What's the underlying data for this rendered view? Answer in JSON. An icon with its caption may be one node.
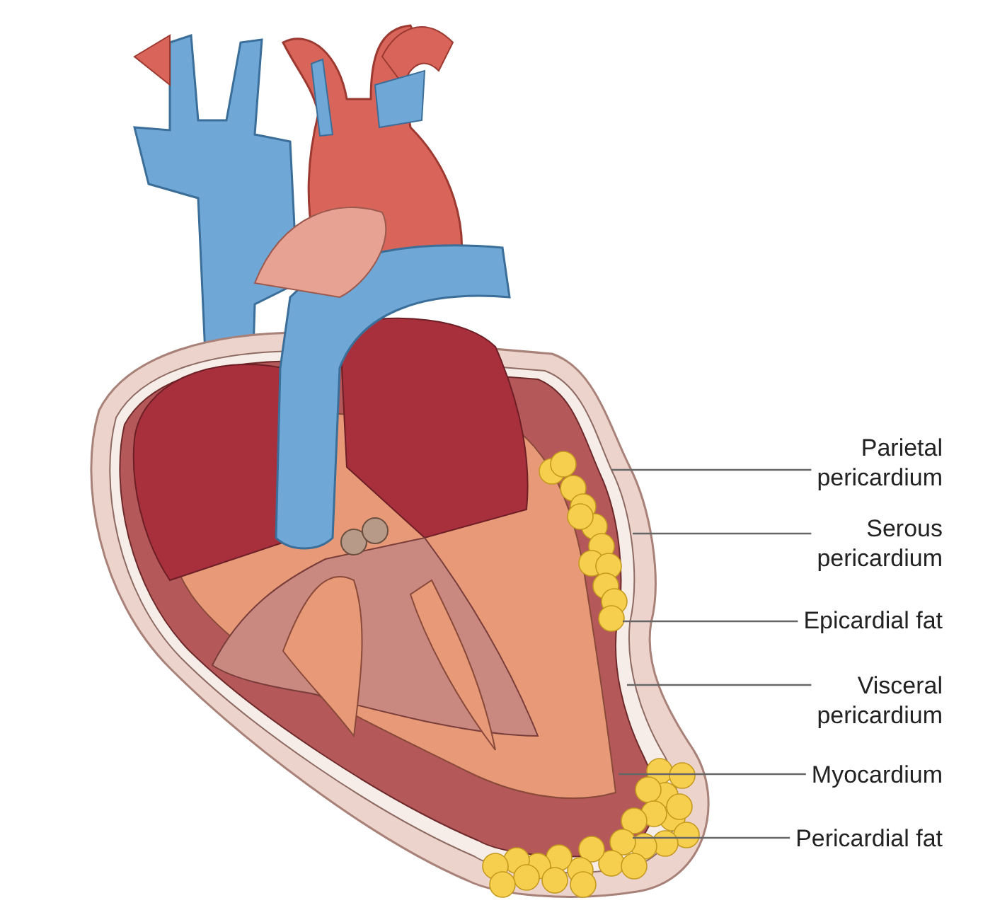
{
  "diagram": {
    "nodes": [
      {
        "text": [
          "Parietal pericardium"
        ]
      },
      {
        "text": [
          "Serous pericardium"
        ]
      },
      {
        "text": [
          "Epicardial fat"
        ]
      },
      {
        "text": [
          "Visceral pericardium"
        ]
      },
      {
        "text": [
          "Myocardium"
        ]
      },
      {
        "text": [
          "Pericardial fat"
        ]
      }
    ],
    "edges": [
      {
        "from": 0,
        "to": null,
        "arrow": "none"
      },
      {
        "from": 1,
        "to": null,
        "arrow": "none"
      },
      {
        "from": 2,
        "to": null,
        "arrow": "none"
      },
      {
        "from": 3,
        "to": null,
        "arrow": "none"
      },
      {
        "from": 4,
        "to": null,
        "arrow": "none"
      },
      {
        "from": 5,
        "to": null,
        "arrow": "none"
      }
    ]
  }
}
